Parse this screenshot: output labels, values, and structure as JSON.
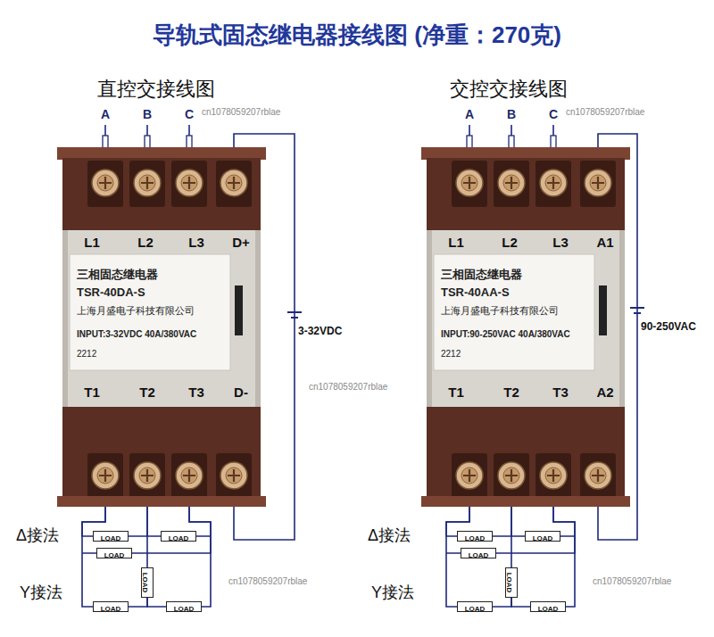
{
  "diagram": {
    "title": "导轨式固态继电器接线图 (净重：270克)",
    "nodes": [
      {
        "text": [
          "L1",
          "L2",
          "L3",
          "D+",
          "T1",
          "T2",
          "T3",
          "D-"
        ]
      },
      {
        "text": [
          "三相固态继电器",
          "TSR-40DA-S",
          "上海月盛电子科技有限公司",
          "INPUT:3-32VDC 40A/380VAC",
          "2212"
        ],
        "in": 0
      },
      {
        "text": [
          "L1",
          "L2",
          "L3",
          "A1",
          "T1",
          "T2",
          "T3",
          "A2"
        ]
      },
      {
        "text": [
          "三相固态继电器",
          "TSR-40AA-S",
          "上海月盛电子科技有限公司",
          "INPUT:90-250VAC 40A/380VAC",
          "2212"
        ],
        "in": 2
      },
      {
        "text": [
          "LOAD"
        ]
      },
      {
        "text": [
          "LOAD"
        ]
      },
      {
        "text": [
          "LOAD"
        ]
      },
      {
        "text": [
          "LOAD"
        ]
      },
      {
        "text": [
          "LOAD"
        ]
      },
      {
        "text": [
          "LOAD"
        ]
      },
      {
        "text": [
          "LOAD"
        ]
      },
      {
        "text": [
          "LOAD"
        ]
      },
      {
        "text": [
          "LOAD"
        ]
      },
      {
        "text": [
          "LOAD"
        ]
      },
      {
        "text": [
          "LOAD"
        ]
      },
      {
        "text": [
          "LOAD"
        ]
      }
    ],
    "edges": [
      {
        "from": 0,
        "to": 4,
        "arrow": "none"
      },
      {
        "from": 0,
        "to": 5,
        "arrow": "none"
      },
      {
        "from": 0,
        "to": 6,
        "arrow": "none"
      },
      {
        "from": 0,
        "to": 7,
        "arrow": "none"
      },
      {
        "from": 0,
        "to": 8,
        "arrow": "none"
      },
      {
        "from": 0,
        "to": 9,
        "arrow": "none"
      },
      {
        "from": 7,
        "to": 8,
        "arrow": "none"
      },
      {
        "from": 7,
        "to": 9,
        "arrow": "none"
      },
      {
        "from": 2,
        "to": 10,
        "arrow": "none"
      },
      {
        "from": 2,
        "to": 11,
        "arrow": "none"
      },
      {
        "from": 2,
        "to": 12,
        "arrow": "none"
      },
      {
        "from": 2,
        "to": 13,
        "arrow": "none"
      },
      {
        "from": 2,
        "to": 14,
        "arrow": "none"
      },
      {
        "from": 2,
        "to": 15,
        "arrow": "none"
      },
      {
        "from": 13,
        "to": 14,
        "arrow": "none"
      },
      {
        "from": 13,
        "to": 15,
        "arrow": "none"
      }
    ],
    "labels": [
      "直控交接线图",
      "交控交接线图",
      "A",
      "B",
      "C",
      "A",
      "B",
      "C",
      "3-32VDC",
      "90-250VAC",
      "Δ接法",
      "Y接法",
      "Δ接法",
      "Y接法",
      "cn1078059207rblae",
      "cn1078059207rblae",
      "cn1078059207rblae",
      "cn1078059207rblae",
      "cn1078059207rblae"
    ]
  }
}
